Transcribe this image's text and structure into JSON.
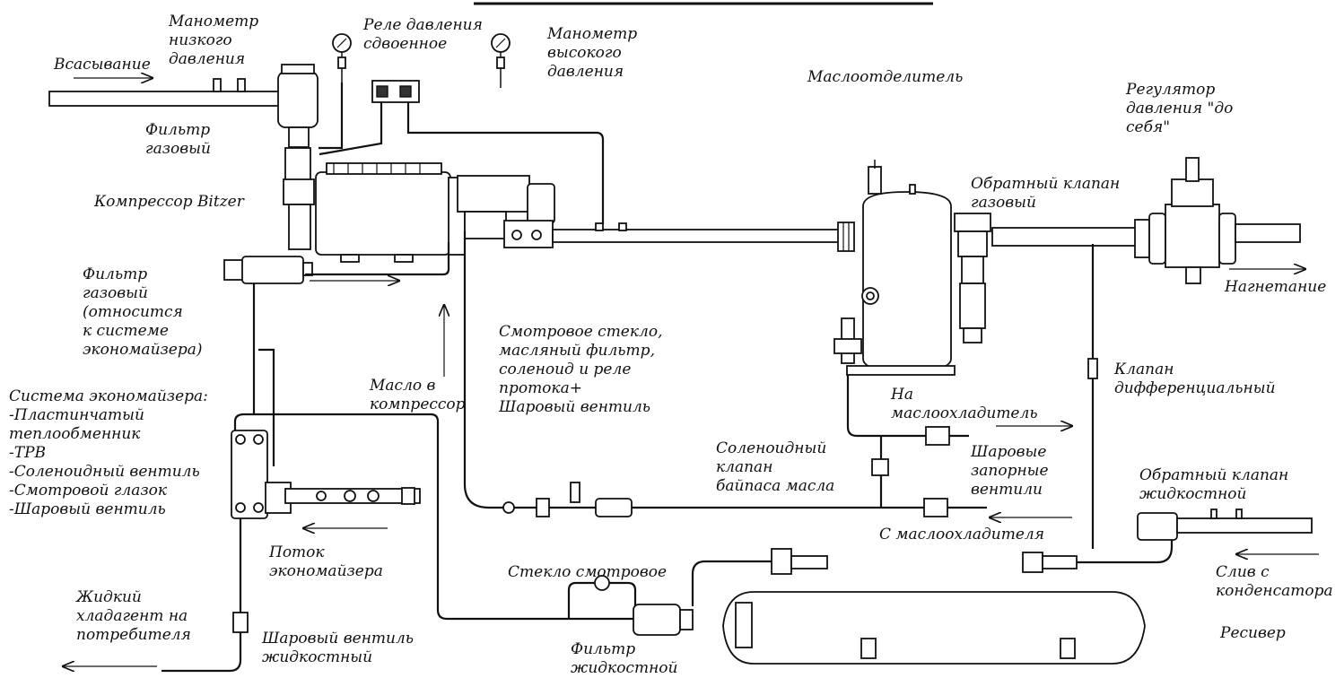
{
  "labels": {
    "suction": "Всасывание",
    "lp_gauge": "Манометр\nнизкого\nдавления",
    "dual_switch": "Реле давления\nсдвоенное",
    "hp_gauge": "Манометр\nвысокого\nдавления",
    "oil_separator": "Маслоотделитель",
    "pressure_regulator": "Регулятор\nдавления \"до\nсебя\"",
    "gas_filter_top": "Фильтр\nгазовый",
    "compressor": "Компрессор Bitzer",
    "gas_check_valve": "Обратный клапан\nгазовый",
    "discharge": "Нагнетание",
    "gas_filter_eco": "Фильтр\nгазовый\n(относится\nк системе\nэкономайзера)",
    "sight_glass_oil": "Смотровое стекло,\nмасляный фильтр,\nсоленоид и реле\nпротока+\nШаровый вентиль",
    "diff_valve": "Клапан\nдифференциальный",
    "oil_to_compressor": "Масло в\nкомпрессор",
    "to_oil_cooler": "На\nмаслоохладитель",
    "economizer_system": "Система экономайзера:\n-Пластинчатый\nтеплообменник\n-ТРВ\n-Соленоидный вентиль\n-Смотровой глазок\n-Шаровый вентиль",
    "oil_bypass_solenoid": "Соленоидный\nклапан\nбайпаса масла",
    "ball_shutoff": "Шаровые\nзапорные\nвентили",
    "liquid_check_valve": "Обратный клапан\nжидкостной",
    "economizer_flow": "Поток\nэкономайзера",
    "from_oil_cooler": "С маслоохладителя",
    "sight_glass": "Стекло смотровое",
    "condenser_drain": "Слив с\nконденсатора",
    "liquid_refrigerant": "Жидкий\nхладагент на\nпотребителя",
    "receiver": "Ресивер",
    "liquid_ball_valve": "Шаровый вентиль\nжидкостный",
    "liquid_filter": "Фильтр\nжидкостной"
  }
}
